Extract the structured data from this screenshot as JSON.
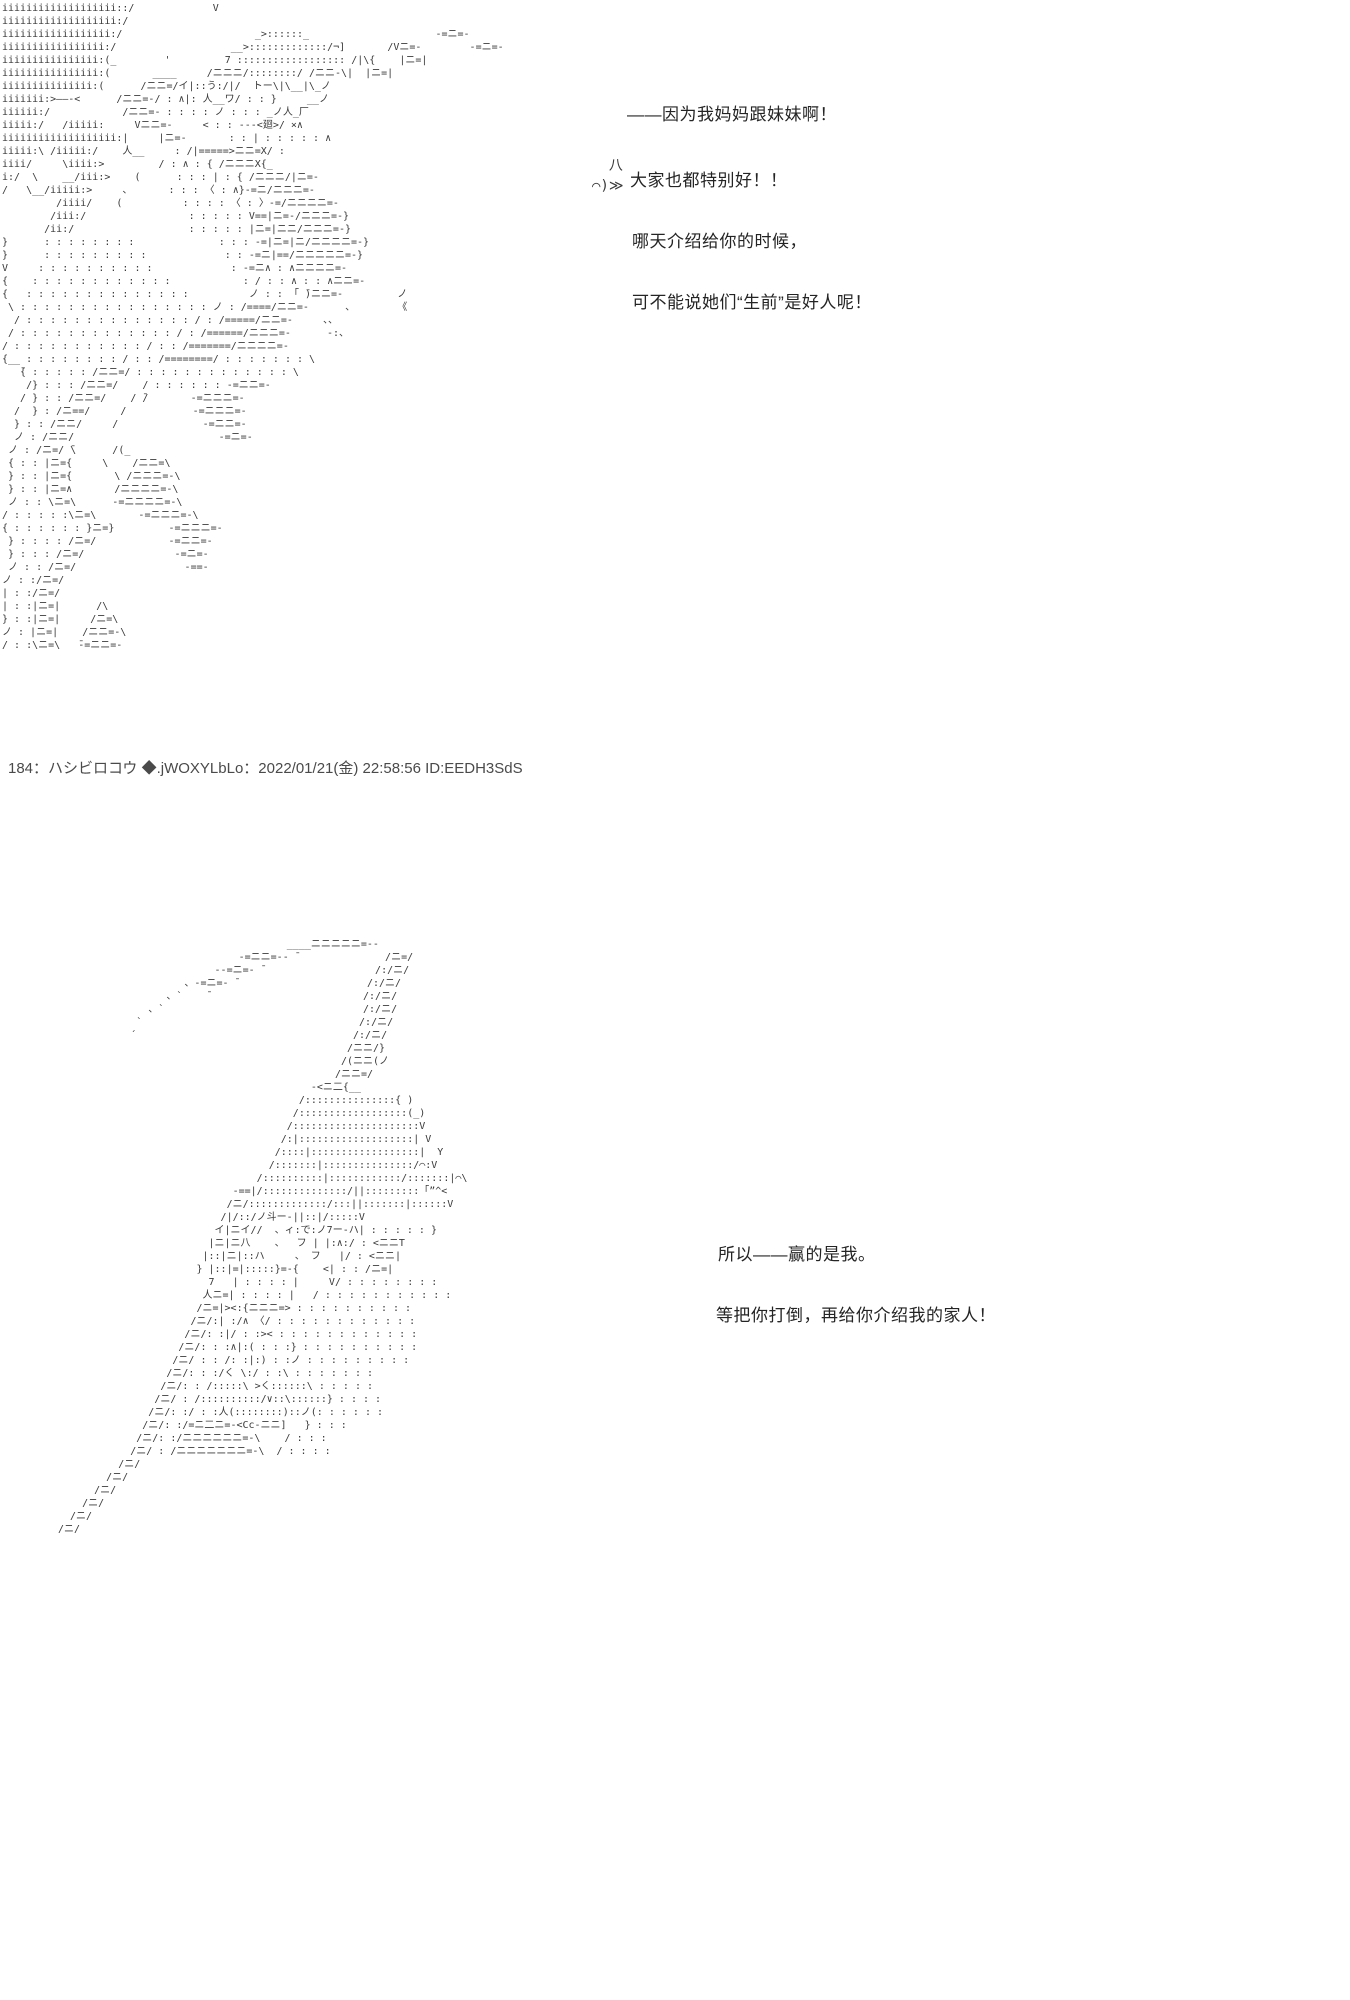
{
  "post": {
    "header": "184：ハシビロコウ ◆.jWOXYLbLo：2022/01/21(金) 22:58:56 ID:EEDH3SdS"
  },
  "panel1": {
    "dialogue": {
      "line1": "——因为我妈妈跟妹妹啊！",
      "line2": "大家也都特别好！！",
      "line3": "哪天介绍给你的时候，",
      "line4": "可不能说她们“生前”是好人呢！"
    },
    "deco": [
      "  八",
      "⌒)≫"
    ],
    "art": [
      "iiiiiiiiiiiiiiiiiii::/             V",
      "iiiiiiiiiiiiiiiiiii:/",
      "iiiiiiiiiiiiiiiiii:/                      _>::::::_                     -=ニ=-",
      "iiiiiiiiiiiiiiiii:/                   __>:::::::::::::/¬]       /Vニ=-        -=ニ=-",
      "iiiiiiiiiiiiiiii:(_        '         7 :::::::::::::::::: /|\\{    |ニ=|",
      "iiiiiiiiiiiiiiii:(       ____     /ニニニ/::::::::/ /ニニ-\\|  |ニ=|",
      "iiiiiiiiiiiiiii:(      /ニニ=/イ|::う:/|/  トー\\|\\__|\\_ノ",
      "iiiiiii:>――-<      /ニニ=-/ : ∧|: 人__ワ/ : : }     __ノ",
      "iiiiii:/            /ニニ=- : : : : ノ : : : _ノ人_厂",
      "iiiii:/   /iiiii:     Vニニ=-     < : : ---<廻>/ ×∧",
      "iiiiiiiiiiiiiiiiiii:|     |ニ=-       : : | : : : : : ∧",
      "iiiii:\\ /iiiii:/    人__     : /|=====>ニニ=X/ :",
      "iiii/     \\iiii:>         / : ∧ : { /ニニニX{_",
      "i:/  \\    __/iii:>    (      : : : | : { /ニニニ/|ニ=-",
      "/   \\__/iiiii:>     、      : : : 〈 : ∧}-=ニ/ニニニ=-",
      "         /iiii/    (          : : : : 〈 : 〉-=/ニニニニ=-",
      "        /iii:/                 : : : : : V==|ニ=-/ニニニ=-}",
      "       /ii:/                   : : : : : |ニ=|ニニ/ニニニ=-}",
      "}      : : : : : : : :              : : : -=|ニ=|ニ/ニニニニ=-}",
      "}      : : : : : : : : :             : : -=ニ|==/ニニニニニ=-}",
      "V     : : : : : : : : : :             : -=ニ∧ : ∧ニニニニ=-",
      "{    : : : : : : : : : : : :            : / : : ∧ : : ∧ニニ=-",
      "{   : : : : : : : : : : : : : :          ノ : : 「 ̄)ニニ=-         ノ",
      " \\ : : : : : : : : : : : : : : : : ノ : /====/ニニ=-      、       《",
      "  / : : : : : : : : : : : : : : / : /=====/ニニ=-     、、",
      " / : : : : : : : : : : : : : / : /======/ニニニ=-      -:、",
      "/ : : : : : : : : : : : / : : /=======/ニニニニ=-",
      "{__ : : : : : : : : / : : /========/ : : : : : : : \\",
      "   ̄{ : : : : : /ニニ=/ : : : : : : : : : : : : : \\",
      "    /} : : : /ニニ=/    / : : : : : : -=ニニ=-",
      "   / } : : /ニニ=/    / ̄/       -=ニニニ=-",
      "  /  } : /ニ==/     /           -=ニニニ=-",
      "  } : : /ニニ/     /              -=ニニ=-",
      "  ノ : /ニニ/                        -=ニ=-",
      " ノ : /ニ=/ ̄\\      /(_",
      " { : : |ニ={     \\    /ニニ=\\",
      " } : : |ニ={       \\ /ニニニ=-\\",
      " } : : |ニ=∧       /ニニニニ=-\\",
      " ノ : : \\ニ=\\      -=ニニニニ=-\\",
      "/ : : : : :\\ニ=\\       -=ニニニ=-\\",
      "{ : : : : : : }ニ=}         -=ニニニ=-",
      " } : : : : /ニ=/            -=ニニ=-",
      " } : : : /ニ=/               -=ニ=-",
      " ノ : : /ニ=/                  -==-",
      "ノ : :/ニ=/",
      "| : :/ニ=/",
      "| : :|ニ=|      /\\",
      "} : :|ニ=|     /ニ=\\",
      "ノ : |ニ=|    /ニニ=-\\",
      "/ : :\\ニ=\\   ̄-=ニニ=-"
    ]
  },
  "panel2": {
    "dialogue": {
      "line1": "所以——赢的是我。",
      "line2": "等把你打倒，再给你介绍我的家人！"
    },
    "art": [
      "                                      ____ニニニニニ=--",
      "                              -=ニニ=-- ̄               /ニ=/",
      "                          --=ニ=- ̄                   /:/ニ/",
      "                     、-=ニ=- ̄                      /:/ニ/",
      "                  、`    ̄                          /:/ニ/",
      "               、`                                 /:/ニ/",
      "             `                                    /:/ニ/",
      "            ´                                    /:/ニ/",
      "                                                /ニニ/}",
      "                                               /(ニニ(ノ",
      "                                              /ニニ=/",
      "                                          -<ニ二{__",
      "                                        /:::::::::::::::{ )",
      "                                       /::::::::::::::::::(_)",
      "                                      /:::::::::::::::::::::V",
      "                                     /:|:::::::::::::::::::| V",
      "                                    /::::|::::::::::::::::::|  Y",
      "                                   /:::::::|:::::::::::::::/⌒:V",
      "                                 /::::::::::|::::::::::::/:::::::|⌒\\",
      "                             -==|/::::::::::::::/||:::::::::「”^<",
      "                            /ニ/:::::::::::::/:::||:::::::|::::::V",
      "                           /|/::/ノ斗ー-||::|/:::::V",
      "                          イ|ニイ//  、ィ:で:ノ7ー-ハ| : : : : : }",
      "                         |ニ|ニ八    、  フ | |:∧:/ : <ニニT",
      "                        |::|ニ|::ハ     、 フ   |/ : <ニニ|",
      "                       } |::|=|:::::}=-{    <| : : /ニ=|",
      "                         7   | : : : : |     V/ : : : : : : : :",
      "                        人ニ=| : : : : |   / : : : : : : : : : : :",
      "                       /ニ=|><:{ニニニ=> : : : : : : : : : :",
      "                      /ニ/:| :/∧ 〈/ : : : : : : : : : : : :",
      "                     /ニ/: :|/ : :>< : : : : : : : : : : : :",
      "                    /ニ/: : :∧|:( : : :} : : : : : : : : : :",
      "                   /ニ/ : : /: :|:) : :ノ : : : : : : : : :",
      "                  /ニ/: : :/く \\:/ : :\\ : : : : : : :",
      "                 /ニ/: : /:::::\\ >く::::::\\ : : : : :",
      "                /ニ/ : /::::::::::/∨::\\::::::} : : : :",
      "               /ニ/: :/ : :人(::::::::)::ノ(: : : : : :",
      "              /ニ/: :/=ニ二ニ=-<Cc-ニニ]   } : : :",
      "             /ニ/: :/ニニニニニニ=-\\    / : : :",
      "            /ニ/ : /ニニニニニニニ=-\\  / : : : :",
      "          /ニ/",
      "        /ニ/",
      "      /ニ/",
      "    /ニ/",
      "  /ニ/",
      "/ニ/"
    ]
  }
}
